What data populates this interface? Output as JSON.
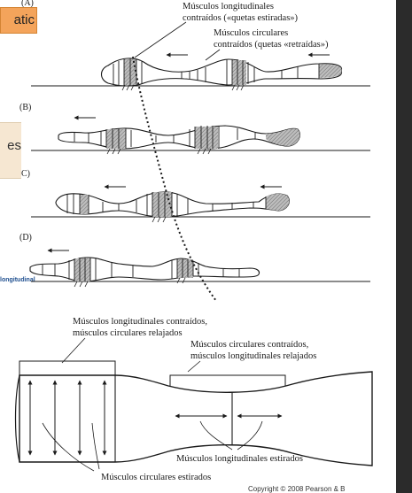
{
  "overlays": {
    "top_fragment": "atic",
    "mid_fragment": "es"
  },
  "panels": {
    "a": "(A)",
    "b": "(B)",
    "c": "C)",
    "d": "(D)"
  },
  "labels": {
    "long_contracted_1": "Músculos longitudinales",
    "long_contracted_2": "contraídos («quetas estiradas»)",
    "circ_contracted_1": "Músculos circulares",
    "circ_contracted_2": "contraídos (quetas «retraídas»)",
    "bottom_long_contr_1": "Músculos longitudinales contraídos,",
    "bottom_long_contr_2": "músculos circulares relajados",
    "bottom_circ_contr_1": "Músculos circulares contraídos,",
    "bottom_circ_contr_2": "músculos longitudinales relajados",
    "long_stretched": "Músculos longitudinales estirados",
    "circ_stretched": "Músculos circulares estirados"
  },
  "side_caption": "longitudinal",
  "copyright": "Copyright © 2008 Pearson & B"
}
